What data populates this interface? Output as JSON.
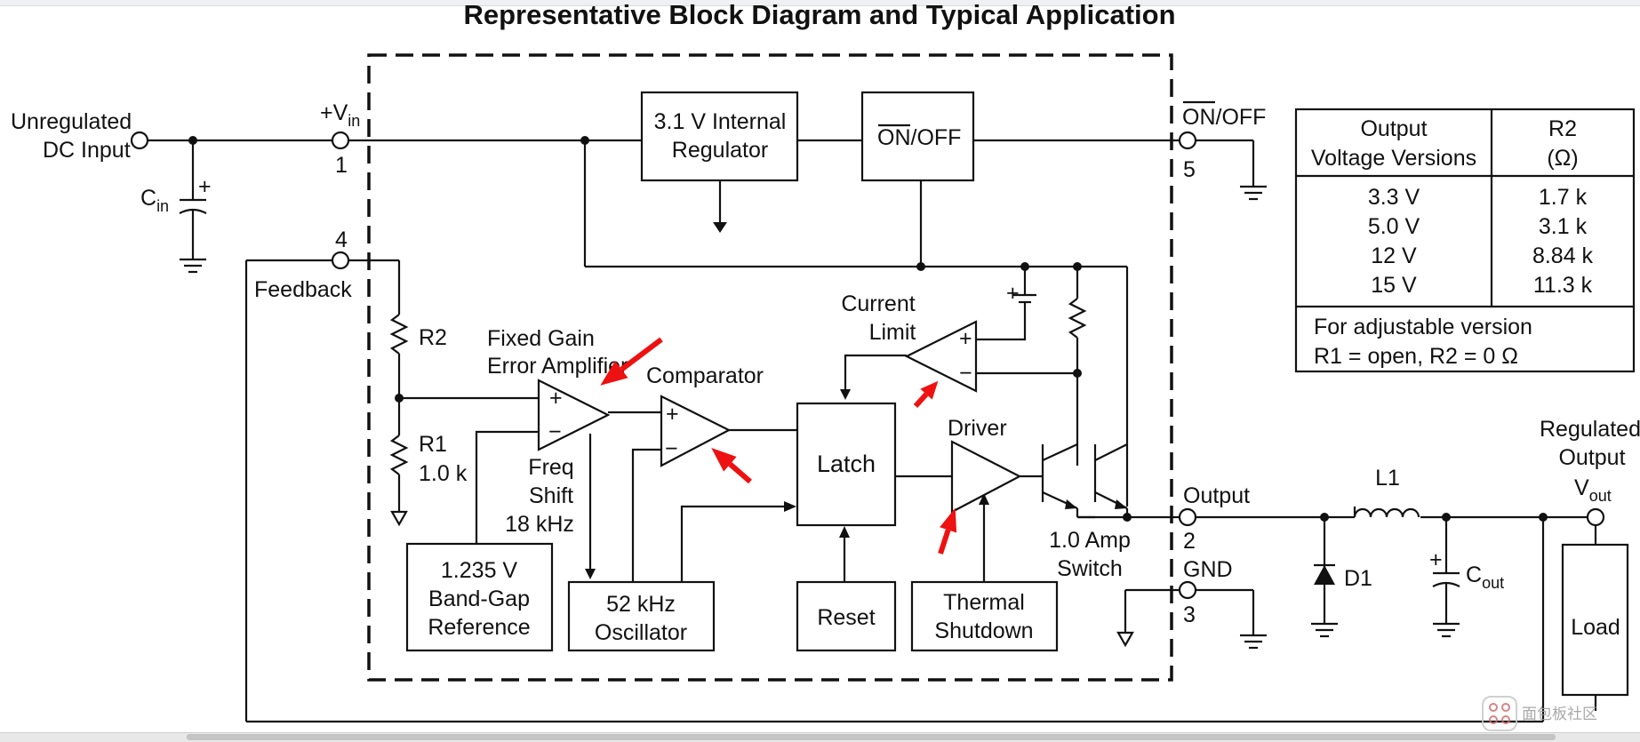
{
  "title": "Representative Block Diagram and Typical Application",
  "labels": {
    "unregulated_line1": "Unregulated",
    "unregulated_line2": "DC Input",
    "cin_main": "C",
    "cin_sub": "in",
    "vin_main": "+V",
    "vin_sub": "in",
    "pin1": "1",
    "pin4": "4",
    "feedback": "Feedback",
    "r2": "R2",
    "r1": "R1",
    "r1_value": "1.0 k",
    "fixed_gain_line1": "Fixed Gain",
    "fixed_gain_line2": "Error Amplifier",
    "comparator": "Comparator",
    "freq_line1": "Freq",
    "freq_line2": "Shift",
    "freq_line3": "18 kHz",
    "bandgap_line1": "1.235 V",
    "bandgap_line2": "Band-Gap",
    "bandgap_line3": "Reference",
    "oscillator_line1": "52 kHz",
    "oscillator_line2": "Oscillator",
    "latch": "Latch",
    "reset": "Reset",
    "thermal_line1": "Thermal",
    "thermal_line2": "Shutdown",
    "driver": "Driver",
    "current_limit_line1": "Current",
    "current_limit_line2": "Limit",
    "regulator_line1": "3.1 V Internal",
    "regulator_line2": "Regulator",
    "onoff_block_on": "ON",
    "onoff_block_off": "/OFF",
    "onoff_pin_on": "ON",
    "onoff_pin_off": "/OFF",
    "pin5": "5",
    "amp_switch_line1": "1.0 Amp",
    "amp_switch_line2": "Switch",
    "output": "Output",
    "pin2": "2",
    "gnd": "GND",
    "pin3": "3",
    "l1": "L1",
    "d1": "D1",
    "cout_main": "C",
    "cout_sub": "out",
    "regulated_line1": "Regulated",
    "regulated_line2": "Output",
    "vout_main": "V",
    "vout_sub": "out",
    "load": "Load",
    "plus": "+",
    "minus": "−",
    "watermark": "面包板社区"
  },
  "table": {
    "col1_header_line1": "Output",
    "col1_header_line2": "Voltage Versions",
    "col2_header_line1": "R2",
    "col2_header_line2": "(Ω)",
    "rows": [
      {
        "voltage": "3.3 V",
        "r2": "1.7 k"
      },
      {
        "voltage": "5.0 V",
        "r2": "3.1 k"
      },
      {
        "voltage": "12 V",
        "r2": "8.84 k"
      },
      {
        "voltage": "15 V",
        "r2": "11.3 k"
      }
    ],
    "note_line1": "For adjustable version",
    "note_line2": "R1 = open, R2 = 0 Ω"
  },
  "colors": {
    "ink": "#111111",
    "annotation_arrow": "#ee1111"
  }
}
